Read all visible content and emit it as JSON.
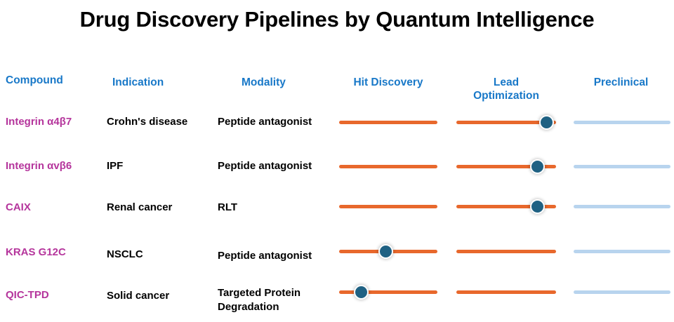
{
  "title": "Drug Discovery Pipelines by Quantum Intelligence",
  "colors": {
    "header_blue": "#1878C8",
    "compound_magenta": "#B5359C",
    "stage_active_orange": "#E8682C",
    "stage_inactive_blue": "#B8D4EE",
    "marker_teal": "#1F6183",
    "text_black": "#000000",
    "background": "#FFFFFF"
  },
  "columns": [
    {
      "key": "compound",
      "label": "Compound"
    },
    {
      "key": "indication",
      "label": "Indication"
    },
    {
      "key": "modality",
      "label": "Modality"
    },
    {
      "key": "hit",
      "label": "Hit Discovery"
    },
    {
      "key": "lead",
      "label": "Lead Optimization",
      "label_line1": "Lead",
      "label_line2": "Optimization"
    },
    {
      "key": "pre",
      "label": "Preclinical"
    }
  ],
  "rows": [
    {
      "compound": "Integrin α4β7",
      "indication": "Crohn's disease",
      "modality": "Peptide antagonist",
      "modality_line1": "Peptide antagonist",
      "modality_line2": "",
      "stages": [
        {
          "name": "Hit Discovery",
          "state": "complete",
          "progress": 100
        },
        {
          "name": "Lead Optimization",
          "state": "active",
          "progress": 93
        },
        {
          "name": "Preclinical",
          "state": "pending",
          "progress": 0
        }
      ]
    },
    {
      "compound": "Integrin αvβ6",
      "indication": "IPF",
      "modality": "Peptide antagonist",
      "modality_line1": "Peptide antagonist",
      "modality_line2": "",
      "stages": [
        {
          "name": "Hit Discovery",
          "state": "complete",
          "progress": 100
        },
        {
          "name": "Lead Optimization",
          "state": "active",
          "progress": 81
        },
        {
          "name": "Preclinical",
          "state": "pending",
          "progress": 0
        }
      ]
    },
    {
      "compound": "CAIX",
      "indication": "Renal cancer",
      "modality": "RLT",
      "modality_line1": "RLT",
      "modality_line2": "",
      "stages": [
        {
          "name": "Hit Discovery",
          "state": "complete",
          "progress": 100
        },
        {
          "name": "Lead Optimization",
          "state": "active",
          "progress": 81
        },
        {
          "name": "Preclinical",
          "state": "pending",
          "progress": 0
        }
      ]
    },
    {
      "compound": "KRAS G12C",
      "indication": "NSCLC",
      "modality": "Peptide antagonist",
      "modality_line1": "Peptide antagonist",
      "modality_line2": "",
      "stages": [
        {
          "name": "Hit Discovery",
          "state": "active",
          "progress": 47
        },
        {
          "name": "Lead Optimization",
          "state": "complete",
          "progress": 100
        },
        {
          "name": "Preclinical",
          "state": "pending",
          "progress": 0
        }
      ]
    },
    {
      "compound": "QIC-TPD",
      "indication": "Solid cancer",
      "modality": "Targeted Protein Degradation",
      "modality_line1": "Targeted Protein",
      "modality_line2": "Degradation",
      "stages": [
        {
          "name": "Hit Discovery",
          "state": "active",
          "progress": 22
        },
        {
          "name": "Lead Optimization",
          "state": "complete",
          "progress": 100
        },
        {
          "name": "Preclinical",
          "state": "pending",
          "progress": 0
        }
      ]
    }
  ],
  "chart_data": {
    "type": "table",
    "title": "Drug Discovery Pipelines by Quantum Intelligence",
    "xlabel": "",
    "ylabel": "",
    "grid": false,
    "legend": "none",
    "columns": [
      "Compound",
      "Indication",
      "Modality",
      "Hit Discovery",
      "Lead Optimization",
      "Preclinical"
    ],
    "stage_names": [
      "Hit Discovery",
      "Lead Optimization",
      "Preclinical"
    ],
    "categories": [
      "Integrin α4β7",
      "Integrin αvβ6",
      "CAIX",
      "KRAS G12C",
      "QIC-TPD"
    ],
    "series": [
      {
        "name": "Hit Discovery",
        "values": [
          100,
          100,
          100,
          47,
          22
        ]
      },
      {
        "name": "Lead Optimization",
        "values": [
          93,
          81,
          81,
          100,
          100
        ]
      },
      {
        "name": "Preclinical",
        "values": [
          0,
          0,
          0,
          0,
          0
        ]
      }
    ],
    "marker_stage": [
      "Lead Optimization",
      "Lead Optimization",
      "Lead Optimization",
      "Hit Discovery",
      "Hit Discovery"
    ],
    "rows": [
      [
        "Integrin α4β7",
        "Crohn's disease",
        "Peptide antagonist",
        100,
        93,
        0
      ],
      [
        "Integrin αvβ6",
        "IPF",
        "Peptide antagonist",
        100,
        81,
        0
      ],
      [
        "CAIX",
        "Renal cancer",
        "RLT",
        100,
        81,
        0
      ],
      [
        "KRAS G12C",
        "NSCLC",
        "Peptide antagonist",
        47,
        100,
        0
      ],
      [
        "QIC-TPD",
        "Solid cancer",
        "Targeted Protein Degradation",
        22,
        100,
        0
      ]
    ]
  }
}
